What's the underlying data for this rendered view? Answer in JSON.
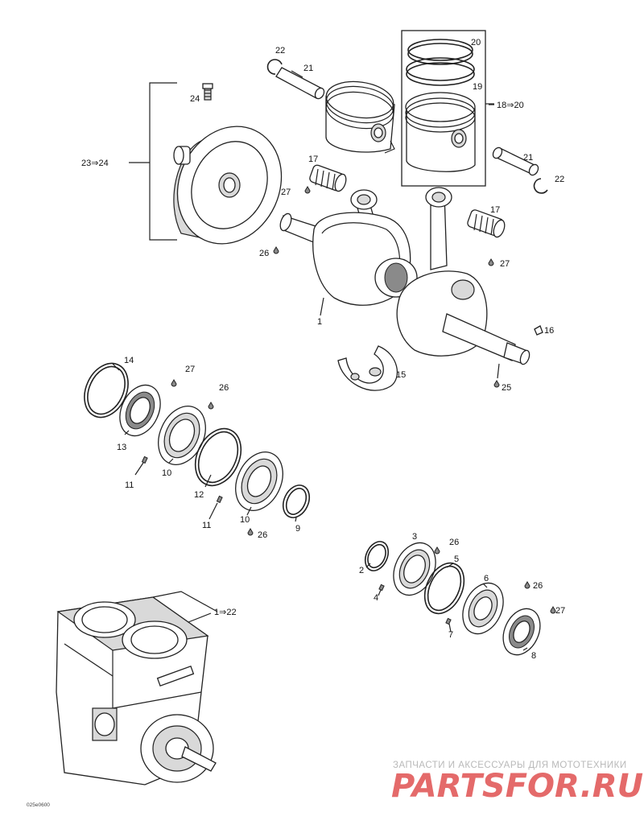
{
  "callouts": {
    "c1": "1",
    "c2": "2",
    "c3": "3",
    "c4": "4",
    "c5": "5",
    "c6": "6",
    "c7": "7",
    "c8": "8",
    "c9": "9",
    "c10a": "10",
    "c10b": "10",
    "c11a": "11",
    "c11b": "11",
    "c12": "12",
    "c13": "13",
    "c14": "14",
    "c15": "15",
    "c16": "16",
    "c17a": "17",
    "c17b": "17",
    "c18_20": "18⇒20",
    "c19": "19",
    "c20": "20",
    "c21a": "21",
    "c21b": "21",
    "c22a": "22",
    "c22b": "22",
    "c23_24": "23⇒24",
    "c24": "24",
    "c25": "25",
    "c26a": "26",
    "c26b": "26",
    "c26c": "26",
    "c26d": "26",
    "c26e": "26",
    "c27a": "27",
    "c27b": "27",
    "c27c": "27",
    "c27d": "27",
    "c1_22": "1⇒22"
  },
  "watermark": {
    "tagline": "ЗАПЧАСТИ И АКСЕССУАРЫ ДЛЯ МОТОТЕХНИКИ",
    "brand": "PARTSFOR.RU"
  },
  "drawing_code": "025e0600",
  "colors": {
    "line": "#222222",
    "brand": "#e46a6a",
    "tagline": "#b9b9b9"
  }
}
